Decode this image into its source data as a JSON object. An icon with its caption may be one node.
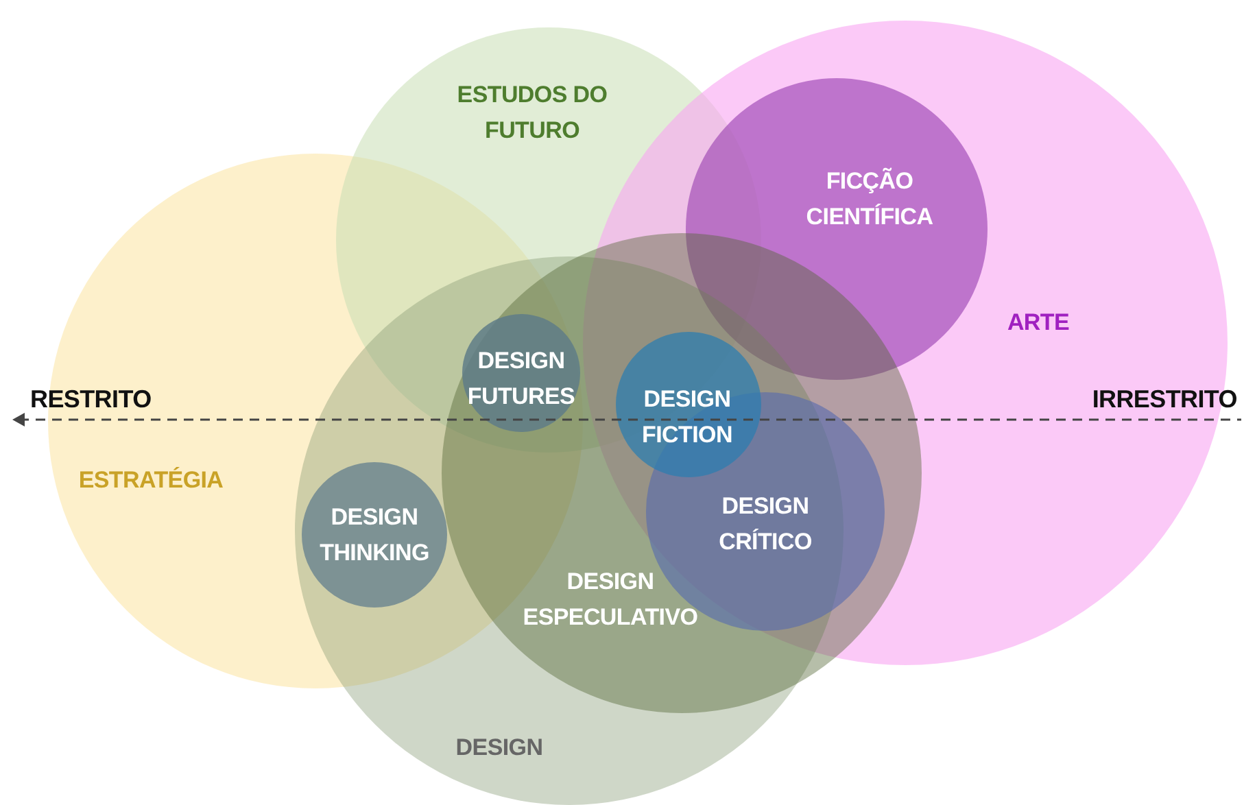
{
  "diagram": {
    "nodes": [
      {
        "text": [
          "ESTUDOS DO FUTURO"
        ]
      },
      {
        "text": [
          "FICÇÃO CIENTÍFICA"
        ],
        "in": 2
      },
      {
        "text": [
          "ARTE"
        ]
      },
      {
        "text": [
          "DESIGN FUTURES"
        ]
      },
      {
        "text": [
          "DESIGN FICTION"
        ]
      },
      {
        "text": [
          "ESTRATÉGIA"
        ]
      },
      {
        "text": [
          "DESIGN CRÍTICO"
        ]
      },
      {
        "text": [
          "DESIGN THINKING"
        ]
      },
      {
        "text": [
          "DESIGN ESPECULATIVO"
        ]
      },
      {
        "text": [
          "DESIGN"
        ]
      }
    ],
    "edges": [],
    "labels": [
      "RESTRITO",
      "IRRESTRITO"
    ]
  }
}
